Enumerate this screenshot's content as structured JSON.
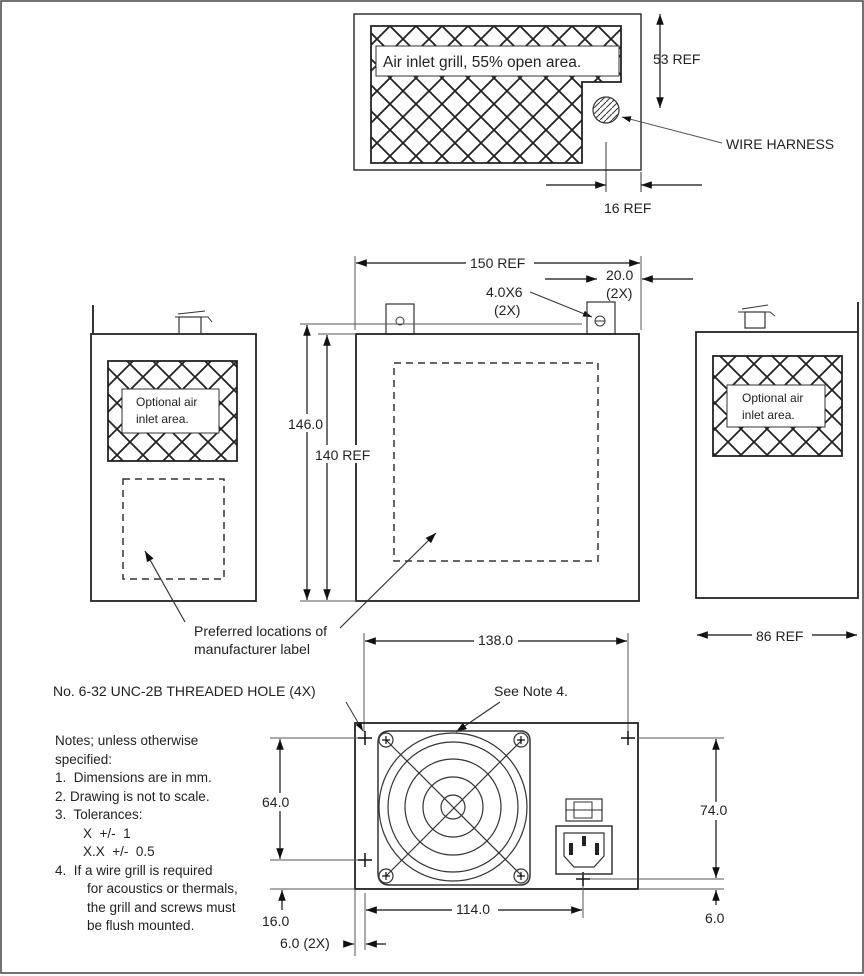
{
  "top_view": {
    "grill_label": "Air inlet grill, 55% open area.",
    "height_dim": "53 REF",
    "harness_label": "WIRE HARNESS",
    "harness_dim": "16 REF"
  },
  "side_view": {
    "width_dim": "150 REF",
    "offset_dim": "20.0",
    "offset_qty": "(2X)",
    "screw_dim": "4.0X6",
    "screw_qty": "(2X)",
    "total_height_dim": "146.0",
    "body_height_dim": "140 REF"
  },
  "left_view": {
    "optional_inlet_label_1": "Optional air",
    "optional_inlet_label_2": "inlet area."
  },
  "right_view": {
    "optional_inlet_label_1": "Optional air",
    "optional_inlet_label_2": "inlet area.",
    "depth_dim": "86 REF"
  },
  "label_callout": {
    "line1": "Preferred locations of",
    "line2": "manufacturer label"
  },
  "rear_view": {
    "hole_spacing_dim": "138.0",
    "threaded_hole_label": "No. 6-32 UNC-2B THREADED HOLE (4X)",
    "see_note": "See Note 4.",
    "left_vertical_dim": "64.0",
    "right_vertical_dim": "74.0",
    "bottom_hole_dim": "114.0",
    "bottom_edge_dim": "16.0",
    "right_edge_dim": "6.0",
    "left_edge_dim": "6.0 (2X)"
  },
  "notes": {
    "line1": "Notes; unless otherwise",
    "line2": "specified:",
    "line3": "1.  Dimensions are in mm.",
    "line4": "2. Drawing is not to scale.",
    "line5": "3.  Tolerances:",
    "line6": "X  +/-  1",
    "line7": "X.X  +/-  0.5",
    "line8": "4.  If a wire grill is required",
    "line9": "for acoustics or thermals,",
    "line10": "the grill and screws must",
    "line11": "be flush mounted."
  }
}
